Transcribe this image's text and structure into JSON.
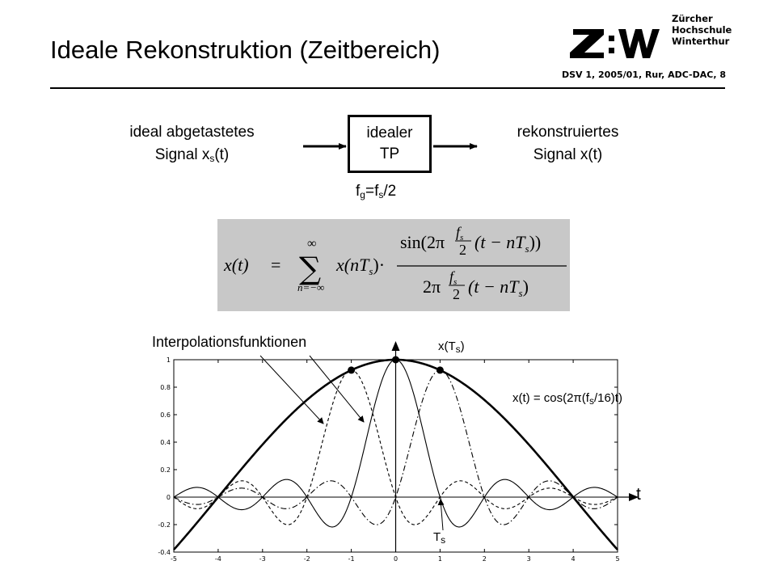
{
  "header": {
    "title": "Ideale Rekonstruktion (Zeitbereich)",
    "logo_letters": "Z W",
    "institution": [
      "Zürcher",
      "Hochschule",
      "Winterthur"
    ],
    "footer": "DSV 1, 2005/01, Rur, ADC-DAC, 8"
  },
  "block": {
    "input_line1": "ideal abgetastetes",
    "input_line2": "Signal x",
    "input_sub": "s",
    "input_suffix": "(t)",
    "box_line1": "idealer",
    "box_line2": "TP",
    "output_line1": "rekonstruiertes",
    "output_line2": "Signal x(t)",
    "cutoff_f": "f",
    "cutoff_g": "g",
    "cutoff_eq": "=f",
    "cutoff_s": "s",
    "cutoff_div": "/2"
  },
  "formula": {
    "lhs": "x(t)",
    "eq": "=",
    "sum_top": "∞",
    "sum_sign": "∑",
    "sum_bottom": "n=−∞",
    "term": "x(nT",
    "term_sub": "s",
    "term_end": ")·",
    "num_sin": "sin(2π",
    "fs": "f",
    "fs_sub": "s",
    "two": "2",
    "arg": "(t − nT",
    "arg_sub": "s",
    "num_end": "))",
    "den_2pi": "2π",
    "den_end": ")"
  },
  "annotations": {
    "interp": "Interpolationsfunktionen",
    "sample_label": "x(T",
    "sample_sub": "s",
    "sample_end": ")",
    "signal_label": "x(t) = cos(2π(f",
    "signal_sub": "s",
    "signal_end": "/16)t)",
    "axis_t": "t",
    "ts_label": "T",
    "ts_sub": "s"
  },
  "chart_data": {
    "type": "line",
    "x_range": [
      -5,
      5
    ],
    "ylim": [
      -0.4,
      1
    ],
    "xticks": [
      "-5",
      "-4",
      "-3",
      "-2",
      "-1",
      "0",
      "1",
      "2",
      "3",
      "4",
      "5"
    ],
    "yticks": [
      "-0.4",
      "-0.2",
      "0",
      "0.2",
      "0.4",
      "0.6",
      "0.8",
      "1"
    ],
    "grid": false,
    "series": [
      {
        "function": "cos(2*pi*t/16)",
        "style": "thick-solid"
      },
      {
        "function": "cos(pi/8)*sinc(t+1)",
        "style": "dashed"
      },
      {
        "function": "sinc(t)",
        "style": "solid"
      },
      {
        "function": "cos(pi/8)*sinc(t-1)",
        "style": "dash-dot"
      }
    ],
    "samples": [
      {
        "x": -1,
        "y": 0.924
      },
      {
        "x": 0,
        "y": 1
      },
      {
        "x": 1,
        "y": 0.924
      }
    ]
  }
}
